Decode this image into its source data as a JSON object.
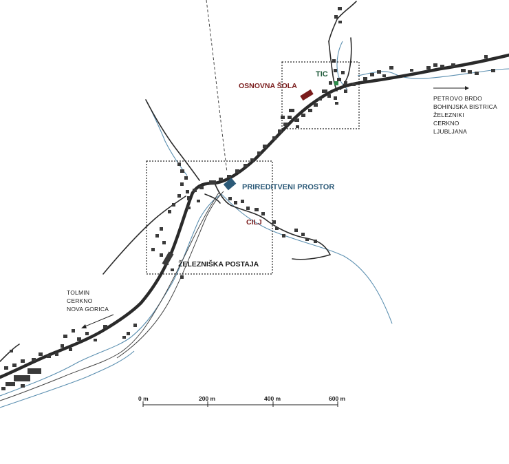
{
  "labels": {
    "school": "OSNOVNA ŠOLA",
    "tic": "TIC",
    "event_venue": "PRIREDITVENI PROSTOR",
    "finish": "CILJ",
    "station": "ŽELEZNIŠKA POSTAJA"
  },
  "destinations_east": [
    "PETROVO BRDO",
    "BOHINJSKA BISTRICA",
    "ŽELEZNIKI",
    "CERKNO",
    "LJUBLJANA"
  ],
  "destinations_west": [
    "TOLMIN",
    "CERKNO",
    "NOVA GORICA"
  ],
  "scale_bar": {
    "ticks": [
      "0 m",
      "200 m",
      "400 m",
      "600 m"
    ]
  },
  "colors": {
    "school": "#7a1c1c",
    "tic": "#1f5a3a",
    "tic_marker": "#2e8b4a",
    "event_venue": "#2c5a78",
    "finish": "#7a1c1c",
    "river": "#5b8fb0",
    "road": "#2a2a2a"
  }
}
